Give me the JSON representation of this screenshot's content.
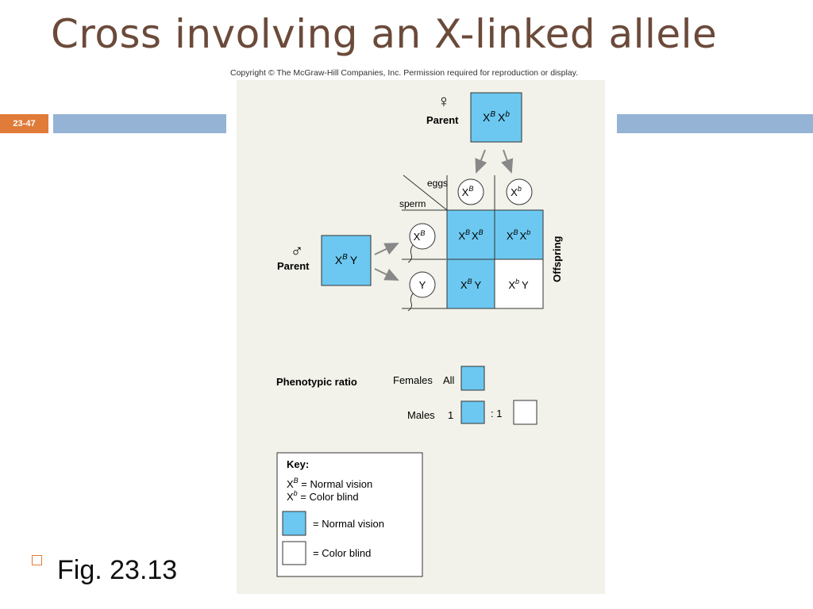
{
  "slide": {
    "title": "Cross involving an X-linked allele",
    "slide_number": "23-47",
    "copyright": "Copyright © The McGraw-Hill Companies, Inc. Permission required for reproduction or display.",
    "bullet": "Fig. 23.13"
  },
  "figure": {
    "female_symbol": "♀",
    "male_symbol": "♂",
    "female_parent_label": "Parent",
    "male_parent_label": "Parent",
    "female_genotype": {
      "a": "X",
      "a_sup": "B",
      "b": "X",
      "b_sup": "b"
    },
    "male_genotype": {
      "a": "X",
      "a_sup": "B",
      "b": "Y"
    },
    "eggs_label": "eggs",
    "sperm_label": "sperm",
    "offspring_label": "Offspring",
    "egg_gametes": [
      {
        "base": "X",
        "sup": "B"
      },
      {
        "base": "X",
        "sup": "b"
      }
    ],
    "sperm_gametes": [
      {
        "base": "X",
        "sup": "B"
      },
      {
        "base": "Y",
        "sup": ""
      }
    ],
    "punnett": [
      [
        {
          "a": "X",
          "a_sup": "B",
          "b": "X",
          "b_sup": "B",
          "phenotype": "normal"
        },
        {
          "a": "X",
          "a_sup": "B",
          "b": "X",
          "b_sup": "b",
          "phenotype": "normal"
        }
      ],
      [
        {
          "a": "X",
          "a_sup": "B",
          "b": "Y",
          "b_sup": "",
          "phenotype": "normal"
        },
        {
          "a": "X",
          "a_sup": "b",
          "b": "Y",
          "b_sup": "",
          "phenotype": "color-blind"
        }
      ]
    ],
    "phenotypic_ratio": {
      "label": "Phenotypic ratio",
      "females_label": "Females",
      "females_value": "All",
      "males_label": "Males",
      "males_normal": "1",
      "males_colorblind": ": 1"
    },
    "key": {
      "title": "Key:",
      "line1": {
        "base": "X",
        "sup": "B",
        "text": " = Normal vision"
      },
      "line2": {
        "base": "X",
        "sup": "b",
        "text": " = Color blind"
      },
      "normal_label": "= Normal vision",
      "colorblind_label": "= Color blind"
    },
    "colors": {
      "normal": "#6cc8f0",
      "colorblind": "#ffffff",
      "background": "#f2f2ea"
    }
  }
}
